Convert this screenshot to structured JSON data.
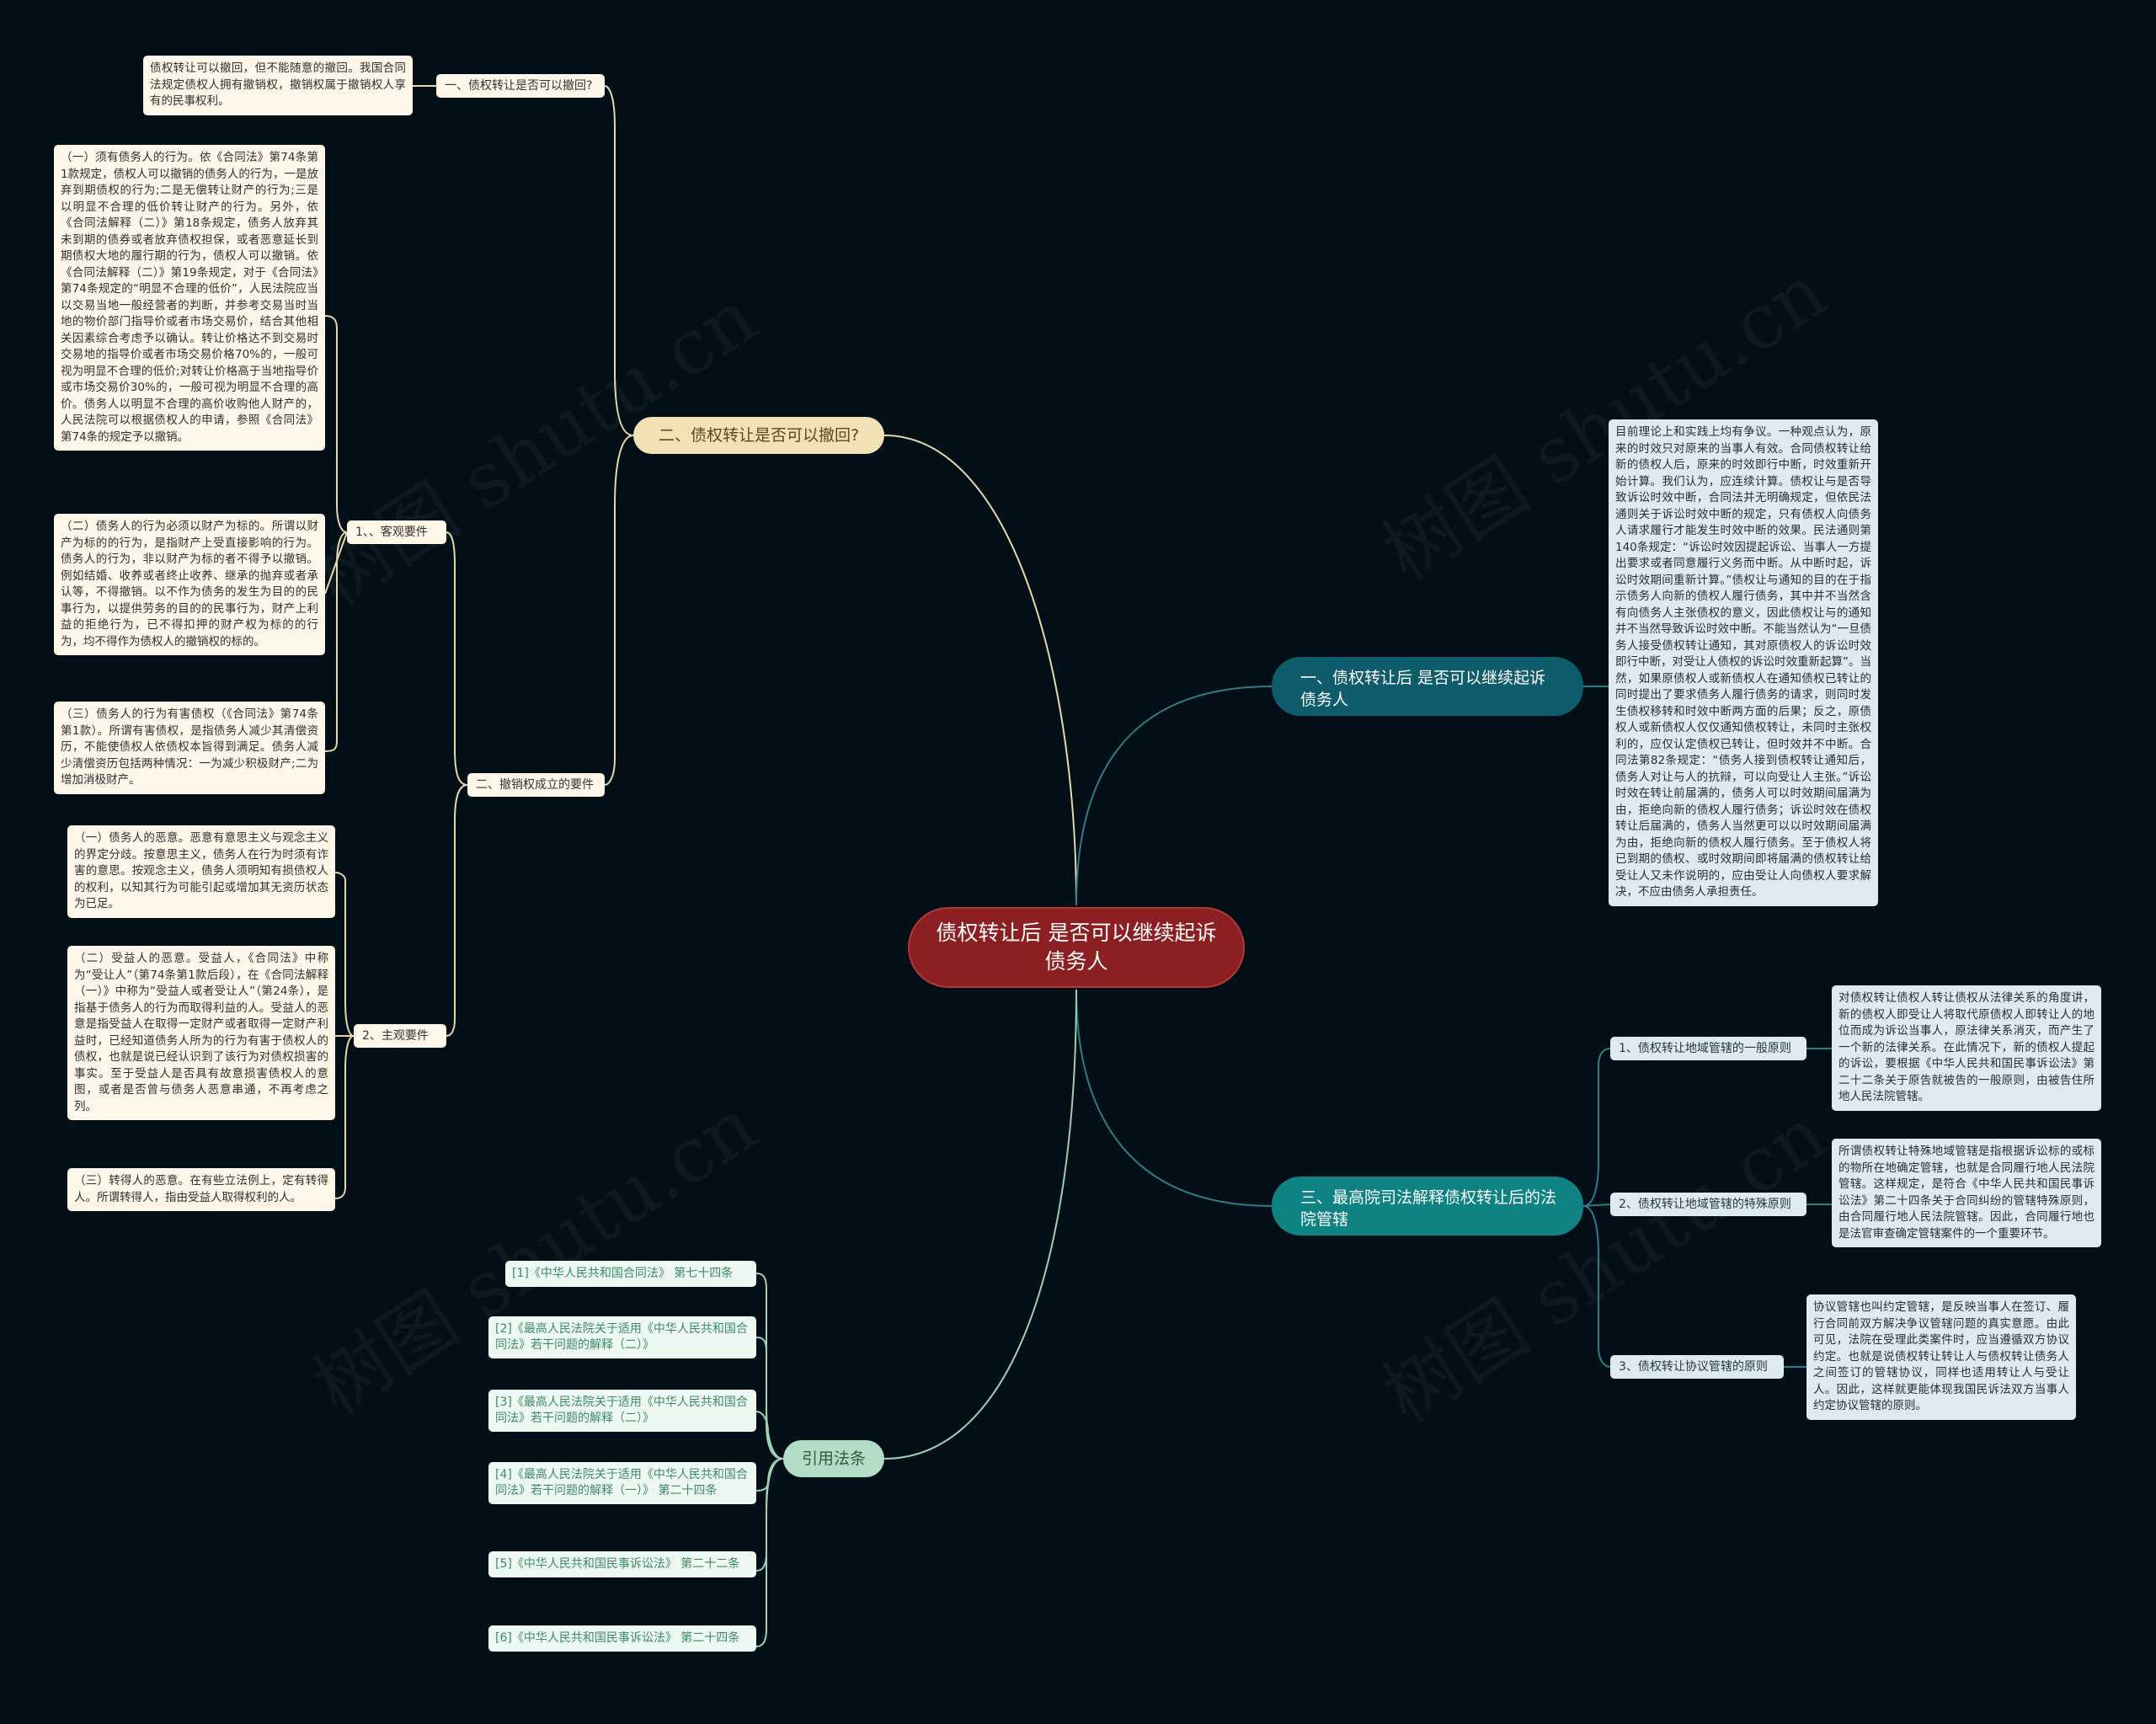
{
  "center": {
    "title": "债权转让后 是否可以继续起诉债务人"
  },
  "branches": {
    "revoke": {
      "label": "二、债权转让是否可以撤回?",
      "q1": {
        "label": "一、债权转让是否可以撤回?",
        "text": "债权转让可以撤回，但不能随意的撤回。我国合同法规定债权人拥有撤销权，撤销权属于撤销权人享有的民事权利。"
      },
      "q2": {
        "label": "二、撤销权成立的要件",
        "objective": {
          "label": "1、、客观要件",
          "items": [
            "（一）须有债务人的行为。依《合同法》第74条第1款规定，债权人可以撤销的债务人的行为，一是放弃到期债权的行为;二是无偿转让财产的行为;三是以明显不合理的低价转让财产的行为。另外，依《合同法解释（二）》第18条规定，债务人放弃其未到期的债券或者放弃债权担保，或者恶意延长到期债权大地的履行期的行为，债权人可以撤销。依《合同法解释（二）》第19条规定，对于《合同法》第74条规定的“明显不合理的低价”，人民法院应当以交易当地一般经营者的判断，并参考交易当时当地的物价部门指导价或者市场交易价，结合其他相关因素综合考虑予以确认。转让价格达不到交易时交易地的指导价或者市场交易价格70%的，一般可视为明显不合理的低价;对转让价格高于当地指导价或市场交易价30%的，一般可视为明显不合理的高价。债务人以明显不合理的高价收购他人财产的，人民法院可以根据债权人的申请，参照《合同法》第74条的规定予以撤销。",
            "（二）债务人的行为必须以财产为标的。所谓以财产为标的的行为，是指财产上受直接影响的行为。债务人的行为，非以财产为标的者不得予以撤销。例如结婚、收养或者终止收养、继承的抛弃或者承认等，不得撤销。以不作为债务的发生为目的的民事行为，以提供劳务的目的的民事行为，财产上利益的拒绝行为，已不得扣押的财产权为标的的行为，均不得作为债权人的撤销权的标的。",
            "（三）债务人的行为有害债权（《合同法》第74条第1款）。所谓有害债权，是指债务人减少其清偿资历，不能使债权人依债权本旨得到满足。债务人减少清偿资历包括两种情况：一为减少积极财产;二为增加消极财产。"
          ]
        },
        "subjective": {
          "label": "2、主观要件",
          "items": [
            "（一）债务人的恶意。恶意有意思主义与观念主义的界定分歧。按意思主义，债务人在行为时须有诈害的意思。按观念主义，债务人须明知有损债权人的权利，以知其行为可能引起或增加其无资历状态为已足。",
            "（二）受益人的恶意。受益人，《合同法》中称为“受让人”（第74条第1款后段），在《合同法解释（一）》中称为“受益人或者受让人”（第24条），是指基于债务人的行为而取得利益的人。受益人的恶意是指受益人在取得一定财产或者取得一定财产利益时，已经知道债务人所为的行为有害于债权人的债权，也就是说已经认识到了该行为对债权损害的事实。至于受益人是否具有故意损害债权人的意图，或者是否曾与债务人恶意串通，不再考虑之列。",
            "（三）转得人的恶意。在有些立法例上，定有转得人。所谓转得人，指由受益人取得权利的人。"
          ]
        }
      }
    },
    "continue": {
      "label": "一、债权转让后 是否可以继续起诉债务人",
      "text": "目前理论上和实践上均有争议。一种观点认为，原来的时效只对原来的当事人有效。合同债权转让给新的债权人后，原来的时效即行中断，时效重新开始计算。我们认为，应连续计算。债权让与是否导致诉讼时效中断，合同法并无明确规定，但依民法通则关于诉讼时效中断的规定，只有债权人向债务人请求履行才能发生时效中断的效果。民法通则第 140条规定：“诉讼时效因提起诉讼、当事人一方提出要求或者同意履行义务而中断。从中断时起，诉讼时效期间重新计算。”债权让与通知的目的在于指示债务人向新的债权人履行债务，其中并不当然含有向债务人主张债权的意义，因此债权让与的通知并不当然导致诉讼时效中断。不能当然认为“一旦债务人接受债权转让通知，其对原债权人的诉讼时效即行中断，对受让人债权的诉讼时效重新起算”。当然，如果原债权人或新债权人在通知债权已转让的同时提出了要求债务人履行债务的请求，则同时发生债权移转和时效中断两方面的后果；反之，原债权人或新债权人仅仅通知债权转让，未同时主张权利的，应仅认定债权已转让，但时效并不中断。合同法第82条规定：“债务人接到债权转让通知后，债务人对让与人的抗辩，可以向受让人主张。”诉讼时效在转让前届满的，债务人可以时效期间届满为由，拒绝向新的债权人履行债务；诉讼时效在债权转让后届满的，债务人当然更可以以时效期间届满为由，拒绝向新的债权人履行债务。至于债权人将已到期的债权、或时效期间即将届满的债权转让给受让人又未作说明的，应由受让人向债权人要求解决，不应由债务人承担责任。"
    },
    "court": {
      "label": "三、最高院司法解释债权转让后的法院管辖",
      "items": [
        {
          "label": "1、债权转让地域管辖的一般原则",
          "text": "对债权转让债权人转让债权从法律关系的角度讲，新的债权人即受让人将取代原债权人即转让人的地位而成为诉讼当事人，原法律关系消灭，而产生了一个新的法律关系。在此情况下，新的债权人提起的诉讼，要根据《中华人民共和国民事诉讼法》第二十二条关于原告就被告的一般原则，由被告住所地人民法院管辖。"
        },
        {
          "label": "2、债权转让地域管辖的特殊原则",
          "text": "所谓债权转让特殊地域管辖是指根据诉讼标的或标的物所在地确定管辖，也就是合同履行地人民法院管辖。这样规定，是符合《中华人民共和国民事诉讼法》第二十四条关于合同纠纷的管辖特殊原则，由合同履行地人民法院管辖。因此，合同履行地也是法官审查确定管辖案件的一个重要环节。"
        },
        {
          "label": "3、债权转让协议管辖的原则",
          "text": "协议管辖也叫约定管辖，是反映当事人在签订、履行合同前双方解决争议管辖问题的真实意愿。由此可见，法院在受理此类案件时，应当遵循双方协议约定。也就是说债权转让转让人与债权转让债务人之间签订的管辖协议，同样也适用转让人与受让人。因此，这样就更能体现我国民诉法双方当事人约定协议管辖的原则。"
        }
      ]
    },
    "refs": {
      "label": "引用法条",
      "items": [
        "[1]《中华人民共和国合同法》 第七十四条",
        "[2]《最高人民法院关于适用《中华人民共和国合同法》若干问题的解释（二）》",
        "[3]《最高人民法院关于适用《中华人民共和国合同法》若干问题的解释（二）》",
        "[4]《最高人民法院关于适用《中华人民共和国合同法》若干问题的解释（一）》 第二十四条",
        "[5]《中华人民共和国民事诉讼法》 第二十二条",
        "[6]《中华人民共和国民事诉讼法》 第二十四条"
      ]
    }
  },
  "watermark": "树图 shutu.cn",
  "colors": {
    "background": "#020f17",
    "center": "#8c1f22",
    "beige": "#f1e1b4",
    "teal_dark": "#0f5c6c",
    "teal": "#0f8383",
    "mint": "#b3ddc6",
    "line_beige": "#e6d7ad",
    "line_teal": "#2e7d86",
    "line_mint": "#9fd0b6"
  }
}
